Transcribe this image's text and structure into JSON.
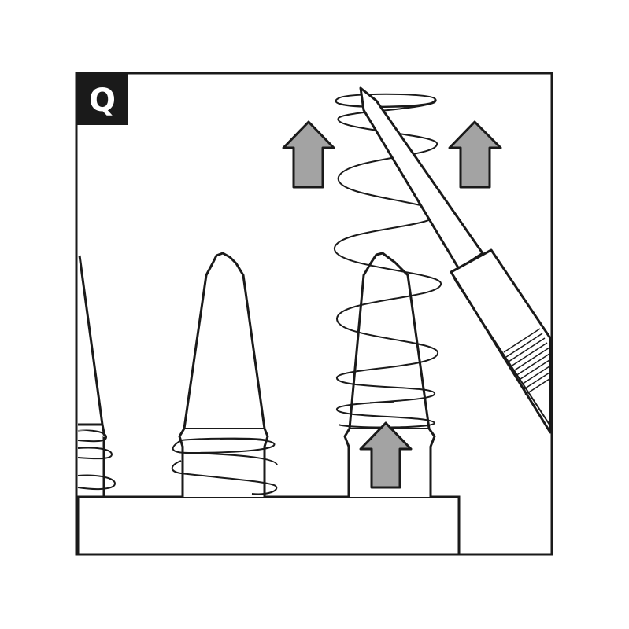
{
  "step_badge": {
    "label": "Q"
  },
  "colors": {
    "stroke": "#1a1a1a",
    "arrow_fill": "#a3a3a3",
    "badge_fill": "#1a1a1a",
    "badge_text": "#ffffff",
    "background": "#ffffff"
  },
  "parts": [
    "bit-left",
    "bit-middle",
    "bit-right",
    "spring-left",
    "spring-middle",
    "spring-removed",
    "screwdriver",
    "holder-base"
  ],
  "arrows": {
    "direction": "up",
    "count": 3
  }
}
